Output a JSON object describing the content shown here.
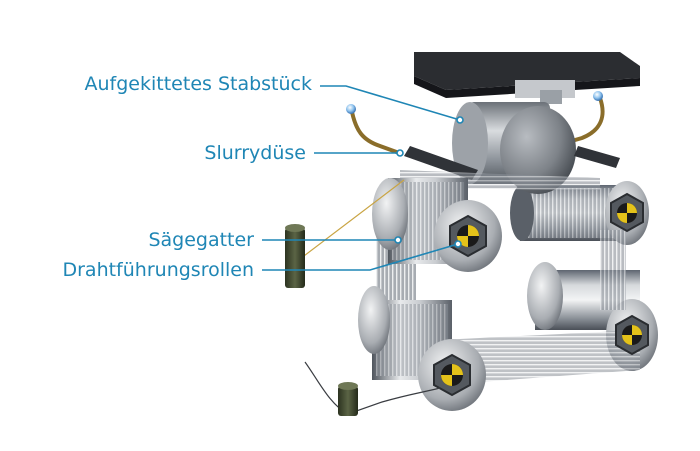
{
  "labels": [
    {
      "id": "stabstueck",
      "text": "Aufgekittetes Stabstück"
    },
    {
      "id": "slurryduese",
      "text": "Slurrydüse"
    },
    {
      "id": "saegegatter",
      "text": "Sägegatter"
    },
    {
      "id": "drahtfuehrungsrollen",
      "text": "Drahtführungsrollen"
    }
  ],
  "colors": {
    "label_text": "#1f86b5",
    "leader_line": "#1f86b5",
    "background": "#ffffff"
  }
}
